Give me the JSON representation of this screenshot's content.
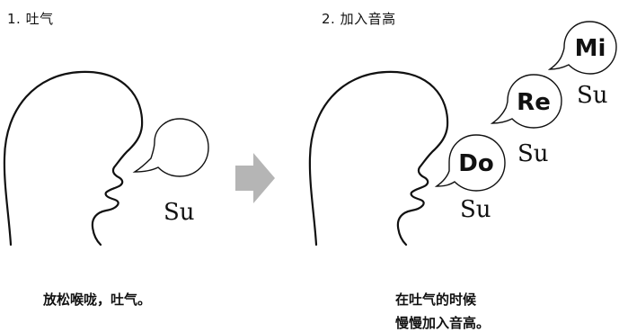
{
  "step1": {
    "title": "1. 吐气",
    "syllable": "Su",
    "caption": "放松喉咙，吐气。"
  },
  "step2": {
    "title": "2. 加入音高",
    "notes": [
      {
        "label": "Do",
        "syllable": "Su"
      },
      {
        "label": "Re",
        "syllable": "Su"
      },
      {
        "label": "Mi",
        "syllable": "Su"
      }
    ],
    "caption_line1": "在吐气的时候",
    "caption_line2": "慢慢加入音高。"
  },
  "colors": {
    "line": "#111111",
    "arrow": "#b5b5b5",
    "background": "#ffffff"
  },
  "icons": {
    "head": "head-profile-icon",
    "bubble": "speech-bubble-icon",
    "arrow": "right-arrow-icon"
  }
}
